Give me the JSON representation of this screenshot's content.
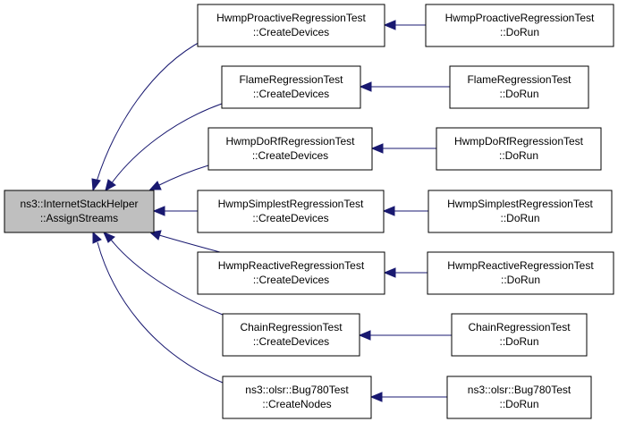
{
  "graph": {
    "edge_color": "#191970",
    "root_fill": "#bfbfbf",
    "node_fill": "#ffffff",
    "root": {
      "line1": "ns3::InternetStackHelper",
      "line2": "::AssignStreams"
    },
    "middle": [
      {
        "line1": "HwmpProactiveRegressionTest",
        "line2": "::CreateDevices"
      },
      {
        "line1": "FlameRegressionTest",
        "line2": "::CreateDevices"
      },
      {
        "line1": "HwmpDoRfRegressionTest",
        "line2": "::CreateDevices"
      },
      {
        "line1": "HwmpSimplestRegressionTest",
        "line2": "::CreateDevices"
      },
      {
        "line1": "HwmpReactiveRegressionTest",
        "line2": "::CreateDevices"
      },
      {
        "line1": "ChainRegressionTest",
        "line2": "::CreateDevices"
      },
      {
        "line1": "ns3::olsr::Bug780Test",
        "line2": "::CreateNodes"
      }
    ],
    "right": [
      {
        "line1": "HwmpProactiveRegressionTest",
        "line2": "::DoRun"
      },
      {
        "line1": "FlameRegressionTest",
        "line2": "::DoRun"
      },
      {
        "line1": "HwmpDoRfRegressionTest",
        "line2": "::DoRun"
      },
      {
        "line1": "HwmpSimplestRegressionTest",
        "line2": "::DoRun"
      },
      {
        "line1": "HwmpReactiveRegressionTest",
        "line2": "::DoRun"
      },
      {
        "line1": "ChainRegressionTest",
        "line2": "::DoRun"
      },
      {
        "line1": "ns3::olsr::Bug780Test",
        "line2": "::DoRun"
      }
    ]
  }
}
